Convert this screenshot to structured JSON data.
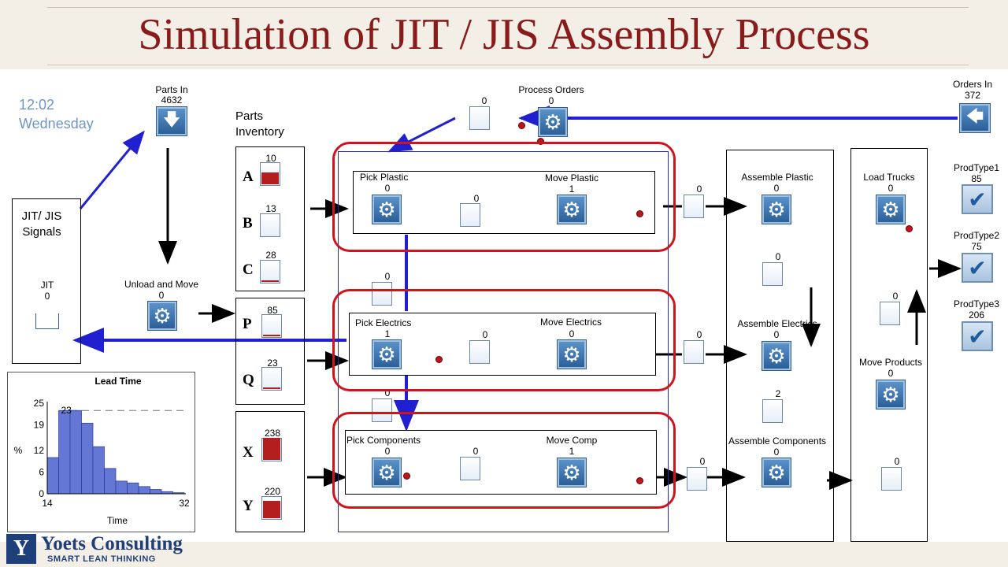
{
  "title": "Simulation of JIT / JIS Assembly Process",
  "clock": {
    "time": "12:02",
    "day": "Wednesday"
  },
  "signals": {
    "box_label_1": "JIT/ JIS",
    "box_label_2": "Signals",
    "jit_label": "JIT",
    "jit_value": "0"
  },
  "parts_in": {
    "label": "Parts In",
    "value": "4632"
  },
  "process_orders": {
    "label": "Process Orders",
    "value": "0",
    "queue_value": "0"
  },
  "orders_in": {
    "label": "Orders In",
    "value": "372"
  },
  "unload_move": {
    "label": "Unload and Move",
    "value": "0"
  },
  "parts_inventory": {
    "label_1": "Parts",
    "label_2": "Inventory",
    "items": [
      {
        "letter": "A",
        "value": "10",
        "fill_fraction": 0.55
      },
      {
        "letter": "B",
        "value": "13",
        "fill_fraction": 0.0
      },
      {
        "letter": "C",
        "value": "28",
        "fill_fraction": 0.08
      },
      {
        "letter": "P",
        "value": "85",
        "fill_fraction": 0.08
      },
      {
        "letter": "Q",
        "value": "23",
        "fill_fraction": 0.06
      },
      {
        "letter": "X",
        "value": "238",
        "fill_fraction": 1.0
      },
      {
        "letter": "Y",
        "value": "220",
        "fill_fraction": 0.8
      }
    ]
  },
  "lines": {
    "plastic": {
      "pick_label": "Pick Plastic",
      "pick_value": "0",
      "buffer_value": "0",
      "move_label": "Move Plastic",
      "move_value": "1",
      "out_queue": "0"
    },
    "electrics": {
      "pick_label": "Pick Electrics",
      "pick_value": "1",
      "buffer_value": "0",
      "move_label": "Move Electrics",
      "move_value": "0",
      "out_queue": "0"
    },
    "components": {
      "pick_label": "Pick Components",
      "pick_value": "0",
      "buffer_value": "0",
      "move_label": "Move Comp",
      "move_value": "1",
      "out_queue": "0"
    },
    "between_1": "0",
    "between_2": "0"
  },
  "assembly": {
    "plastic": {
      "label": "Assemble Plastic",
      "value": "0"
    },
    "q1": "0",
    "electrics": {
      "label": "Assemble Electrics",
      "value": "0"
    },
    "q2": "2",
    "components": {
      "label": "Assemble Components",
      "value": "0"
    }
  },
  "logistics": {
    "load_trucks": {
      "label": "Load Trucks",
      "value": "0"
    },
    "q1": "0",
    "move_products": {
      "label": "Move Products",
      "value": "0"
    },
    "q2": "0"
  },
  "products": [
    {
      "label": "ProdType1",
      "value": "85"
    },
    {
      "label": "ProdType2",
      "value": "75"
    },
    {
      "label": "ProdType3",
      "value": "206"
    }
  ],
  "chart_data": {
    "type": "bar",
    "title": "Lead Time",
    "xlabel": "Time",
    "ylabel": "%",
    "x_ticks": [
      "14",
      "32"
    ],
    "y_ticks": [
      "0",
      "6",
      "12",
      "19",
      "25"
    ],
    "ylim": [
      0,
      25
    ],
    "xlim": [
      14,
      32
    ],
    "bin_edges": [
      14,
      15.5,
      17,
      18.5,
      20,
      21.5,
      23,
      24.5,
      26,
      27.5,
      29,
      30.5,
      32
    ],
    "values": [
      10,
      23,
      23,
      19.5,
      13,
      7,
      3.5,
      3,
      2,
      1.2,
      0.6,
      0.3
    ],
    "annotation": "23",
    "reference_line": 23,
    "bar_color": "#6577d4"
  },
  "branding": {
    "logo_letter": "Y",
    "name": "Yoets Consulting",
    "tagline": "SMART LEAN THINKING"
  },
  "colors": {
    "title": "#8a1b1b",
    "highlight_ring": "#d0141c",
    "flow_arrow": "#2020d0",
    "clock": "#6f95c8"
  }
}
